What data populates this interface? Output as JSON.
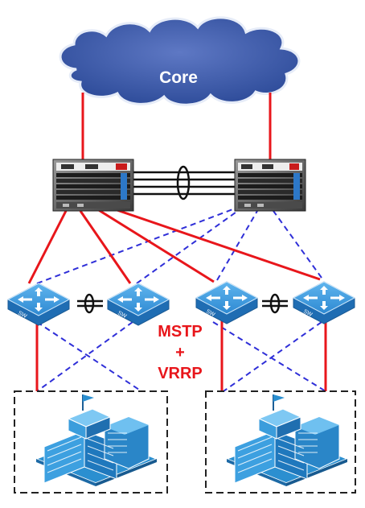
{
  "core": {
    "label": "Core"
  },
  "protocol": {
    "line1": "MSTP",
    "line2": "+",
    "line3": "VRRP"
  },
  "switches": {
    "badge": "SW"
  },
  "colors": {
    "red_link": "#e8161b",
    "blue_link": "#2f2fd8",
    "cloud": "#2f4e9e",
    "switch": "#2e8fd6",
    "building": "#2b8fd0"
  }
}
